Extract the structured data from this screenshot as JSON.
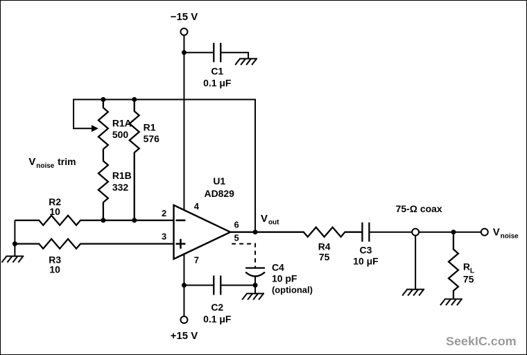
{
  "supplies": {
    "negative": "−15 V",
    "positive": "+15 V"
  },
  "opamp": {
    "ref": "U1",
    "part": "AD829",
    "pins": {
      "inverting": "2",
      "noninverting": "3",
      "v_negative": "4",
      "v_positive": "7",
      "output": "6",
      "comp": "5"
    }
  },
  "resistors": {
    "r1a": {
      "name": "R1A",
      "value": "500"
    },
    "r1b": {
      "name": "R1B",
      "value": "332"
    },
    "r1": {
      "name": "R1",
      "value": "576"
    },
    "r2": {
      "name": "R2",
      "value": "10"
    },
    "r3": {
      "name": "R3",
      "value": "10"
    },
    "r4": {
      "name": "R4",
      "value": "75"
    },
    "rl": {
      "name_main": "R",
      "name_sub": "L",
      "value": "75"
    }
  },
  "capacitors": {
    "c1": {
      "name": "C1",
      "value": "0.1 μF"
    },
    "c2": {
      "name": "C2",
      "value": "0.1 μF"
    },
    "c3": {
      "name": "C3",
      "value": "10 μF"
    },
    "c4": {
      "name": "C4",
      "value": "10 pF",
      "note": "(optional)"
    }
  },
  "nodes": {
    "vout": {
      "main": "V",
      "sub": "out"
    },
    "vnoise": {
      "main": "V",
      "sub": "noise"
    },
    "trim": {
      "main": "V",
      "sub": "noise",
      "rest": "trim"
    },
    "coax": "75-Ω coax"
  },
  "watermark": {
    "text": "SeekIC.com"
  },
  "colors": {
    "line": "#000000",
    "background": "#ffffff",
    "watermark": "#9a9a9a"
  }
}
